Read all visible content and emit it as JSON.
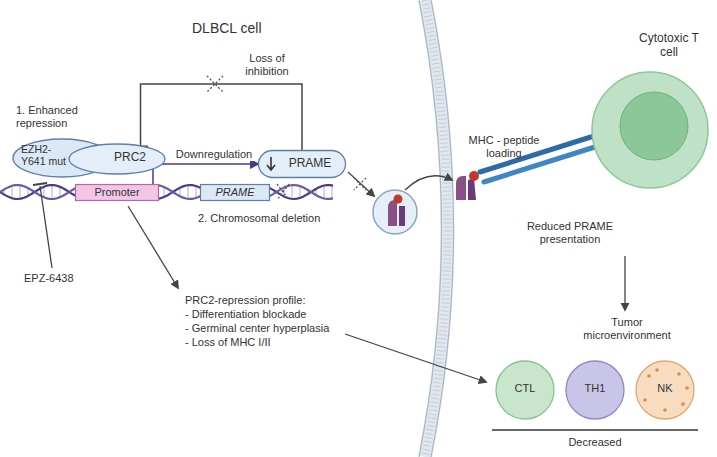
{
  "diagram": {
    "nodes": [
      {
        "text": [
          "EZH2-Y641 mut"
        ]
      },
      {
        "text": [
          "PRC2"
        ]
      },
      {
        "text": [
          "Promoter"
        ]
      },
      {
        "text": [
          "PRAME"
        ]
      },
      {
        "text": [
          "PRAME"
        ]
      },
      {
        "text": [
          "Cytotoxic T cell"
        ]
      },
      {
        "text": [
          "CTL"
        ]
      },
      {
        "text": [
          "TH1"
        ]
      },
      {
        "text": [
          "NK"
        ]
      }
    ],
    "edges": [
      {
        "from": 2,
        "to": 4,
        "label": "Downregulation",
        "arrow": "to"
      },
      {
        "from": 4,
        "to": 1,
        "label": "Loss of inhibition",
        "arrow": "to"
      }
    ],
    "labels": [
      "DLBCL cell",
      "1. Enhanced repression",
      "2. Chromosomal deletion",
      "EPZ-6438",
      "PRC2-repression profile:",
      "- Differentiation blockade",
      "- Germinal center hyperplasia",
      "- Loss of MHC I/II",
      "MHC - peptide loading",
      "Reduced PRAME presentation",
      "Tumor microenvironment",
      "Decreased"
    ]
  }
}
